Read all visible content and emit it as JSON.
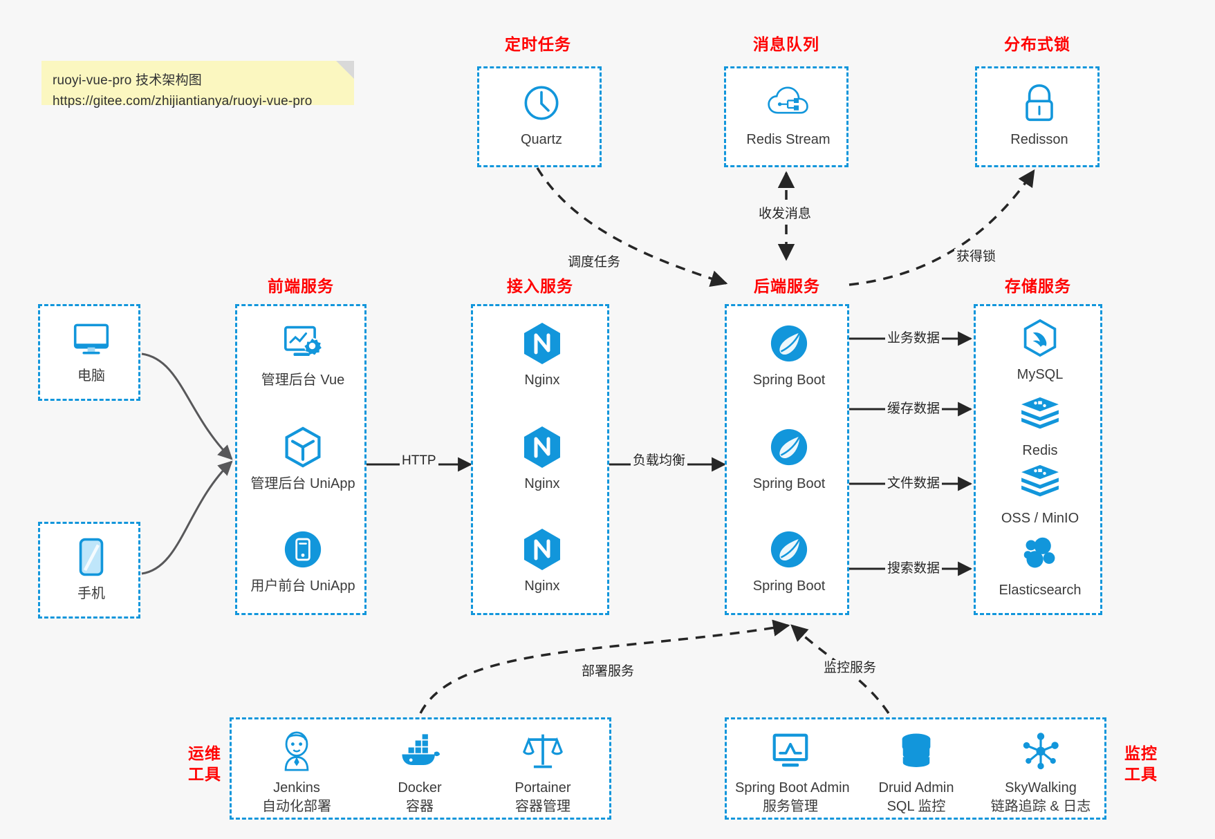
{
  "note": {
    "line1": "ruoyi-vue-pro 技术架构图",
    "line2": "https://gitee.com/zhijiantianya/ruoyi-vue-pro"
  },
  "colors": {
    "box_border": "#1296db",
    "group_title": "#ff0000",
    "icon_blue": "#1296db",
    "text": "#3b3b3b",
    "background": "#f7f7f7",
    "note_bg": "#fbf7c0",
    "edge": "#262626"
  },
  "groups": {
    "scheduler": {
      "title": "定时任务",
      "items": [
        {
          "label": "Quartz",
          "icon": "clock-icon"
        }
      ]
    },
    "mq": {
      "title": "消息队列",
      "items": [
        {
          "label": "Redis Stream",
          "icon": "cloud-stream-icon"
        }
      ]
    },
    "lock": {
      "title": "分布式锁",
      "items": [
        {
          "label": "Redisson",
          "icon": "padlock-icon"
        }
      ]
    },
    "devices": [
      {
        "label": "电脑",
        "icon": "desktop-monitor-icon"
      },
      {
        "label": "手机",
        "icon": "mobile-phone-icon"
      }
    ],
    "frontend": {
      "title": "前端服务",
      "items": [
        {
          "label": "管理后台 Vue",
          "icon": "dashboard-gear-icon"
        },
        {
          "label": "管理后台 UniApp",
          "icon": "cube-icon"
        },
        {
          "label": "用户前台 UniApp",
          "icon": "phone-circle-icon"
        }
      ]
    },
    "gateway": {
      "title": "接入服务",
      "items": [
        {
          "label": "Nginx",
          "icon": "nginx-icon"
        },
        {
          "label": "Nginx",
          "icon": "nginx-icon"
        },
        {
          "label": "Nginx",
          "icon": "nginx-icon"
        }
      ]
    },
    "backend": {
      "title": "后端服务",
      "items": [
        {
          "label": "Spring Boot",
          "icon": "spring-boot-icon"
        },
        {
          "label": "Spring Boot",
          "icon": "spring-boot-icon"
        },
        {
          "label": "Spring Boot",
          "icon": "spring-boot-icon"
        }
      ]
    },
    "storage": {
      "title": "存储服务",
      "items": [
        {
          "label": "MySQL",
          "icon": "mysql-dolphin-icon"
        },
        {
          "label": "Redis",
          "icon": "redis-stack-icon"
        },
        {
          "label": "OSS / MinIO",
          "icon": "redis-stack-icon"
        },
        {
          "label": "Elasticsearch",
          "icon": "elasticsearch-icon"
        }
      ]
    },
    "devops": {
      "title_line1": "运维",
      "title_line2": "工具",
      "items": [
        {
          "label": "Jenkins",
          "sub": "自动化部署",
          "icon": "jenkins-butler-icon"
        },
        {
          "label": "Docker",
          "sub": "容器",
          "icon": "docker-whale-icon"
        },
        {
          "label": "Portainer",
          "sub": "容器管理",
          "icon": "scales-icon"
        }
      ]
    },
    "monitoring": {
      "title_line1": "监控",
      "title_line2": "工具",
      "items": [
        {
          "label": "Spring Boot Admin",
          "sub": "服务管理",
          "icon": "monitor-chart-icon"
        },
        {
          "label": "Druid Admin",
          "sub": "SQL 监控",
          "icon": "database-icon"
        },
        {
          "label": "SkyWalking",
          "sub": "链路追踪 & 日志",
          "icon": "network-nodes-icon"
        }
      ]
    }
  },
  "edges": [
    {
      "label": "调度任务",
      "from": "定时任务",
      "to": "后端服务",
      "style": "dashed"
    },
    {
      "label": "收发消息",
      "from": "消息队列",
      "to": "后端服务",
      "style": "dashed-bidirectional"
    },
    {
      "label": "获得锁",
      "from": "后端服务",
      "to": "分布式锁",
      "style": "dashed"
    },
    {
      "label": "HTTP",
      "from": "前端服务",
      "to": "接入服务",
      "style": "solid"
    },
    {
      "label": "负载均衡",
      "from": "接入服务",
      "to": "后端服务",
      "style": "solid"
    },
    {
      "label": "业务数据",
      "from": "后端服务",
      "to": "MySQL",
      "style": "solid"
    },
    {
      "label": "缓存数据",
      "from": "后端服务",
      "to": "Redis",
      "style": "solid"
    },
    {
      "label": "文件数据",
      "from": "后端服务",
      "to": "OSS / MinIO",
      "style": "solid"
    },
    {
      "label": "搜索数据",
      "from": "后端服务",
      "to": "Elasticsearch",
      "style": "solid"
    },
    {
      "label": "部署服务",
      "from": "运维工具",
      "to": "后端服务",
      "style": "dashed"
    },
    {
      "label": "监控服务",
      "from": "监控工具",
      "to": "后端服务",
      "style": "dashed"
    }
  ]
}
